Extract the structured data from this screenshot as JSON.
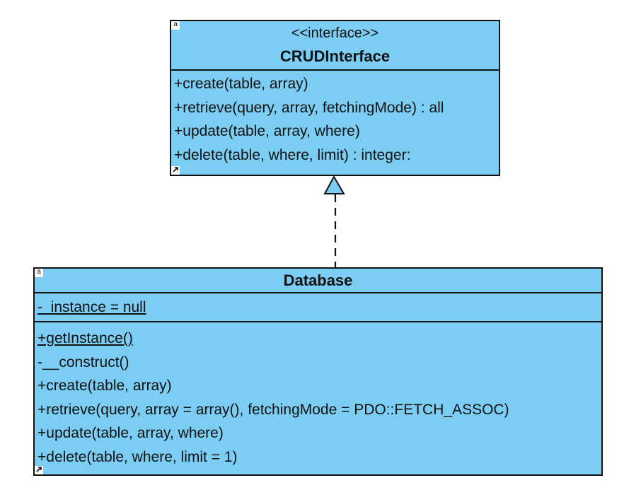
{
  "interface_class": {
    "stereotype": "<<interface>>",
    "name": "CRUDInterface",
    "operations": [
      "+create(table, array)",
      "+retrieve(query, array, fetchingMode) : all",
      "+update(table, array, where)",
      "+delete(table, where, limit) : integer:"
    ]
  },
  "implementing_class": {
    "name": "Database",
    "attributes": [
      "-_instance = null"
    ],
    "operations": [
      "+getInstance()",
      "-__construct()",
      "+create(table, array)",
      "+retrieve(query, array = array(), fetchingMode = PDO::FETCH_ASSOC)",
      "+update(table, array, where)",
      "+delete(table, where, limit = 1)"
    ]
  },
  "relationship": {
    "type": "realization"
  },
  "colors": {
    "class_fill": "#7ccdf3",
    "border": "#111111"
  },
  "icons": {
    "top_left_marker": "a",
    "bottom_left_marker": "expand-icon"
  }
}
